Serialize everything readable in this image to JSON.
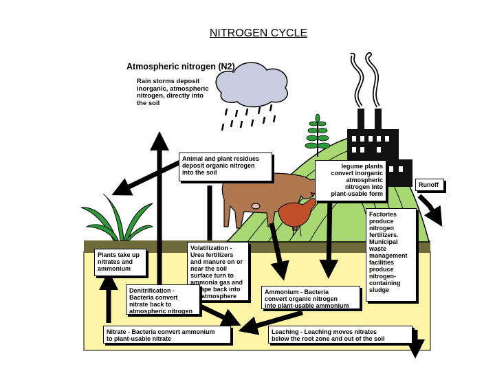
{
  "title": "NITROGEN CYCLE",
  "atmospheric": "Atmospheric nitrogen (N2)",
  "rain": "Rain storms deposit\ninorganic, atmospheric\nnitrogen, directly into\nthe soil",
  "residues": "Animal and plant residues\ndeposit organic nitrogen\ninto the soil",
  "legume": "legume plants\nconvert inorganic\natmospheric\nnitrogen into\nplant-usable form",
  "runoff": "Runoff",
  "factories": "Factories\nproduce\nnitrogen\nfertilizers.\nMunicipal\nwaste\nmanagement\nfacilities\nproduce\nnitrogen-\ncontaining\nsludge",
  "plants_take_up": "Plants take up\nnitrates and\nammonium",
  "volatilization": "Volatilization -\nUrea fertilizers\nand manure on or\nnear the soil\nsurface turn to\nammonia gas and\nescape back into\nthe atmosphere",
  "denitrification": "Denitrification -\nBacteria convert\nnitrate back to\natmospheric nitrogen",
  "ammonium": "Ammonium - Bacteria\nconvert organic nitrogen\ninto plant-usable ammonium",
  "nitrate": "Nitrate - Bacteria convert ammonium\nto plant-usable nitrate",
  "leaching": "Leaching - Leaching moves nitrates\nbelow the root zone and out of the soil",
  "colors": {
    "soil": "#fff5a8",
    "topsoil": "#6e6a3c",
    "hill": "#9ed06a",
    "cow": "#b07850",
    "leaf": "#2e9a3a"
  }
}
